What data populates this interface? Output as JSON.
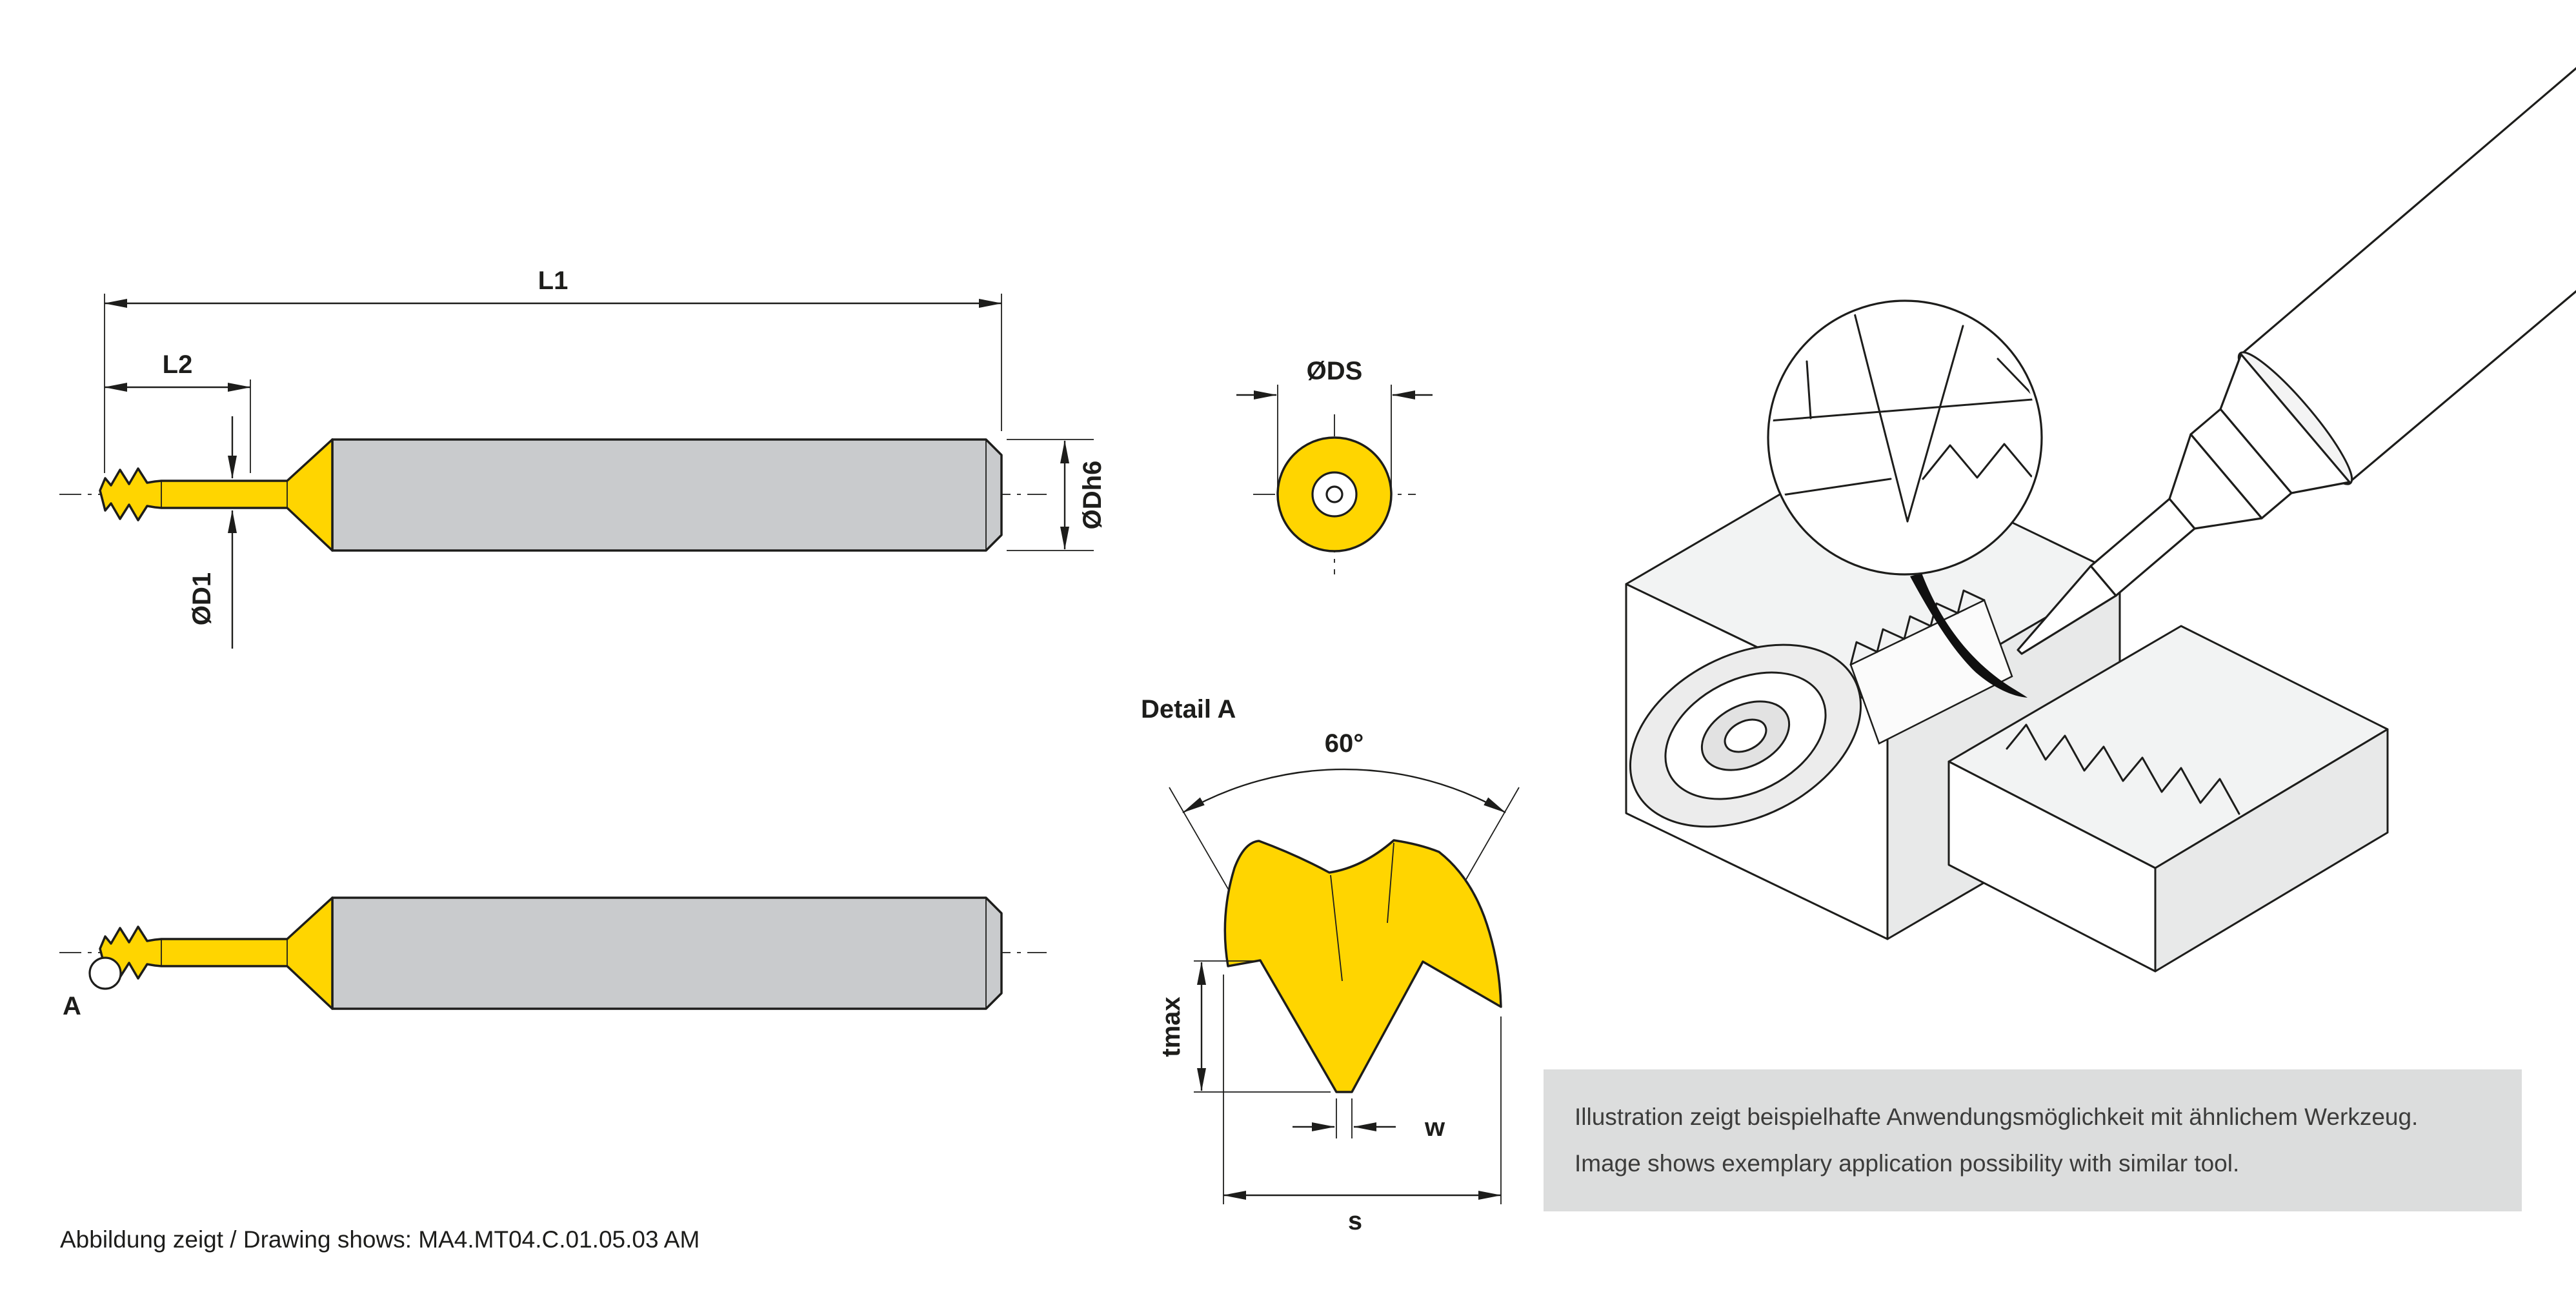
{
  "page": {
    "caption": "Abbildung zeigt / Drawing shows: MA4.MT04.C.01.05.03 AM"
  },
  "colors": {
    "tool_yellow": "#ffd500",
    "shank_gray": "#c9cbcd",
    "outline": "#1d1d1b",
    "note_bg": "#dcdddd",
    "note_text": "#3c3c3b"
  },
  "side_view": {
    "l1": "L1",
    "l2": "L2",
    "d1": "ØD1",
    "dh6": "ØDh6"
  },
  "front_view": {
    "ds": "ØDS"
  },
  "detail_view": {
    "title": "Detail A",
    "angle": "60°",
    "tmax": "tmax",
    "w": "w",
    "s": "s",
    "marker": "A"
  },
  "note": {
    "line1": "Illustration zeigt beispielhafte Anwendungsmöglichkeit mit ähnlichem Werkzeug.",
    "line2": "Image shows exemplary application possibility with similar tool."
  }
}
